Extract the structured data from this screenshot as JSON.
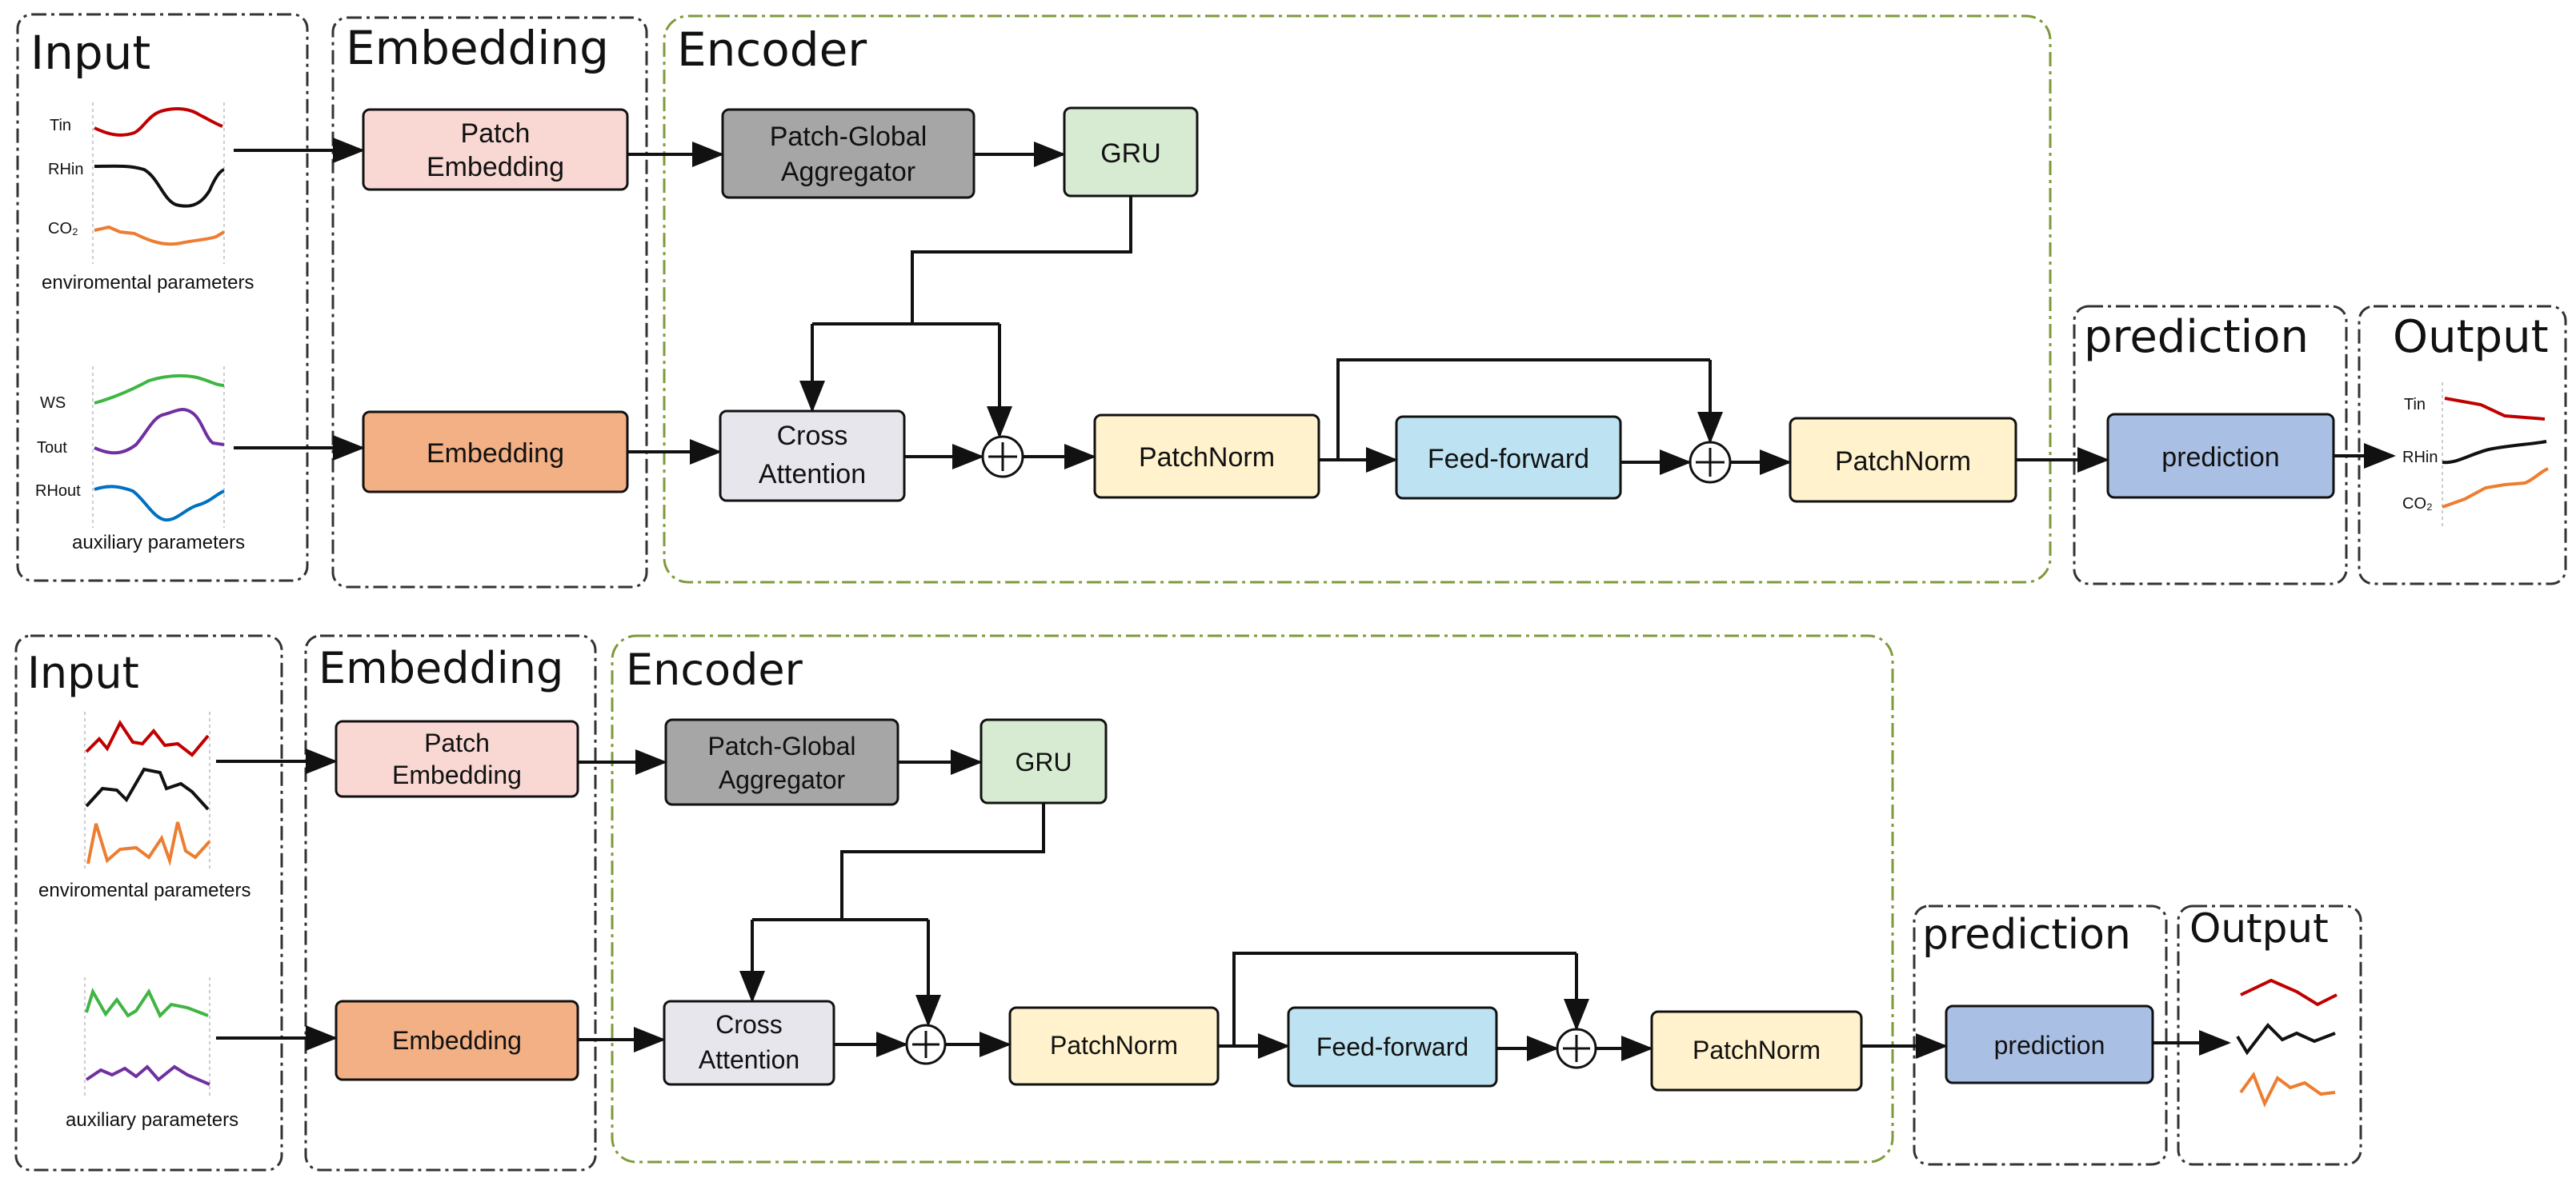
{
  "top": {
    "sections": {
      "input": "Input",
      "embedding": "Embedding",
      "encoder": "Encoder",
      "prediction": "prediction",
      "output": "Output"
    },
    "input": {
      "env_labels": [
        "Tin",
        "RHin",
        "CO₂"
      ],
      "env_caption": "enviromental parameters",
      "aux_labels": [
        "WS",
        "Tout",
        "RHout"
      ],
      "aux_caption": "auxiliary parameters"
    },
    "blocks": {
      "patch_embedding": [
        "Patch",
        "Embedding"
      ],
      "embedding": "Embedding",
      "aggregator": [
        "Patch-Global",
        "Aggregator"
      ],
      "gru": "GRU",
      "cross_attention": [
        "Cross",
        "Attention"
      ],
      "patchnorm_1": "PatchNorm",
      "feed_forward": "Feed-forward",
      "patchnorm_2": "PatchNorm",
      "prediction": "prediction"
    },
    "output_labels": [
      "Tin",
      "RHin",
      "CO₂"
    ]
  },
  "bottom": {
    "sections": {
      "input": "Input",
      "embedding": "Embedding",
      "encoder": "Encoder",
      "prediction": "prediction",
      "output": "Output"
    },
    "input": {
      "env_caption": "enviromental parameters",
      "aux_caption": "auxiliary parameters"
    },
    "blocks": {
      "patch_embedding": [
        "Patch",
        "Embedding"
      ],
      "embedding": "Embedding",
      "aggregator": [
        "Patch-Global",
        "Aggregator"
      ],
      "gru": "GRU",
      "cross_attention": [
        "Cross",
        "Attention"
      ],
      "patchnorm_1": "PatchNorm",
      "feed_forward": "Feed-forward",
      "patchnorm_2": "PatchNorm",
      "prediction": "prediction"
    }
  },
  "colors": {
    "patch_embedding": "#F9D8D4",
    "embedding": "#F2B084",
    "aggregator": "#A6A6A6",
    "gru": "#D7EBD3",
    "cross_attention": "#E6E6EC",
    "patchnorm": "#FFF2CC",
    "feed_forward": "#BDE3F2",
    "prediction": "#AABFE4",
    "encoder_border": "#7E9A3A",
    "frame_border": "#333333",
    "signal_red": "#C00000",
    "signal_black": "#111111",
    "signal_orange": "#ED7D31",
    "signal_green": "#3FB544",
    "signal_purple": "#7030A0",
    "signal_blue": "#0070C0"
  }
}
